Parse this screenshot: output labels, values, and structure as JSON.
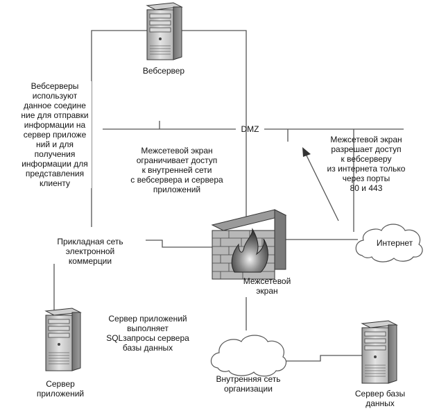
{
  "labels": {
    "webserver": "Вебсервер",
    "left_note": "Вебсерверы\nиспользуют\nданное соедине\nние для отправки\nинформации на\nсервер приложе\nний и для\nполучения\nинформации для\nпредставления\nклиенту",
    "dmz": "DMZ",
    "fw_internal_note": "Межсетевой экран\nограничивает доступ\nк внутренней сети\nс вебсервера и сервера\nприложений",
    "fw_internet_note": "Межсетевой экран\nразрешает доступ\nк вебсерверу\nиз интернета только\nчерез порты\n80 и 443",
    "ecommerce_net": "Прикладная сеть\nэлектронной\nкоммерции",
    "internet": "Интернет",
    "firewall": "Межсетевой\nэкран",
    "app_server_note": "Сервер приложений\nвыполняет\nSQLзапросы сервера\nбазы данных",
    "app_server": "Сервер\nприложений",
    "internal_net": "Внутренняя сеть\nорганизации",
    "db_server": "Сервер базы\nданных"
  }
}
